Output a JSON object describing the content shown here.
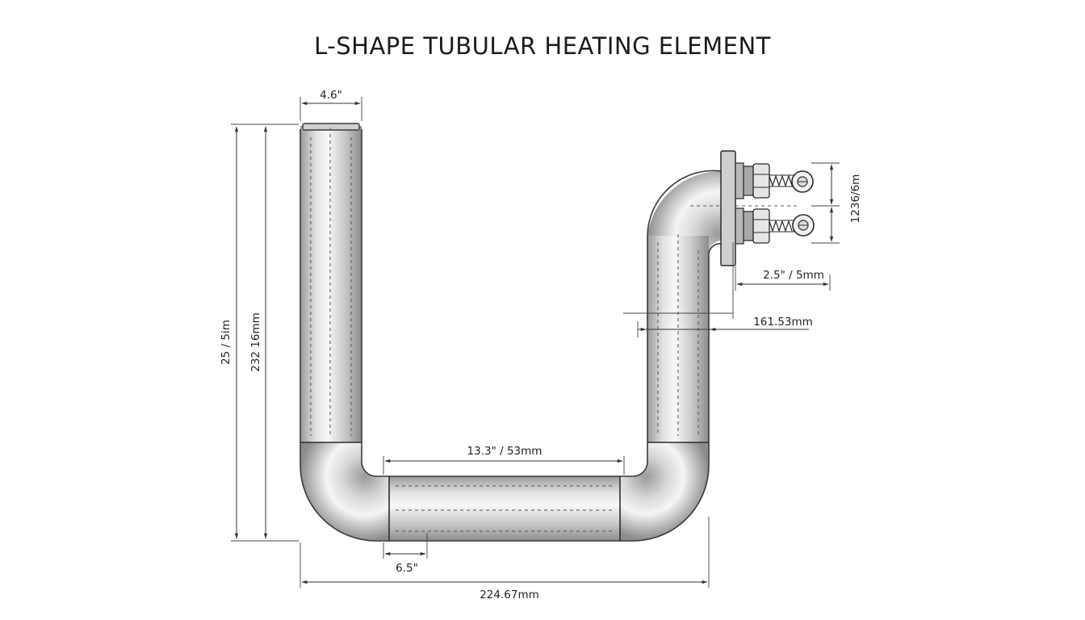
{
  "title": "L-SHAPE TUBULAR HEATING ELEMENT",
  "dimensions": {
    "tube_diameter": "4.6\"",
    "overall_height_outer": "25 / 5im",
    "overall_height_inner": "232 16mm",
    "bottom_span": "13.3\" / 53mm",
    "bend_offset": "6.5\"",
    "overall_width": "224.67mm",
    "terminal_spacing": "1236/6m",
    "flange_offset": "2.5\" / 5mm",
    "riser_width": "161.53mm"
  },
  "colors": {
    "tube_light": "#f4f4f4",
    "tube_mid": "#c9c9c9",
    "tube_dark": "#8a8a8a",
    "line": "#333333"
  }
}
